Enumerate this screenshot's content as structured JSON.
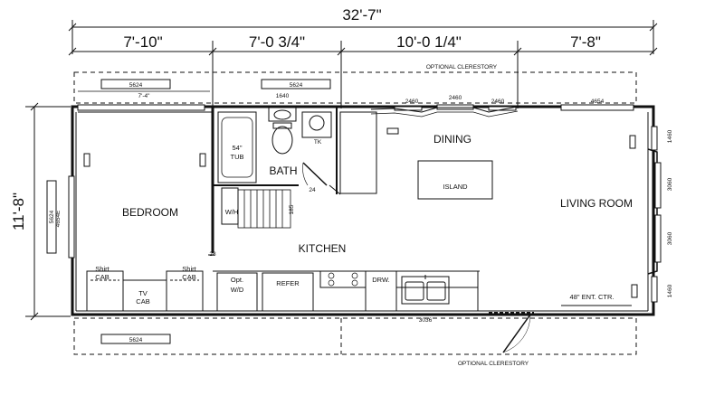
{
  "dimensions": {
    "overall_width": "32'-7\"",
    "segments": [
      "7'-10\"",
      "7'-0 3/4\"",
      "10'-0 1/4\"",
      "7'-8\""
    ],
    "overall_depth": "11'-8\""
  },
  "clerestory": {
    "top": "OPTIONAL CLERESTORY",
    "bottom": "OPTIONAL CLERESTORY"
  },
  "rooms": {
    "bedroom": "BEDROOM",
    "bath": "BATH",
    "dining": "DINING",
    "living_room": "LIVING ROOM",
    "kitchen": "KITCHEN",
    "island": "ISLAND"
  },
  "fixtures": {
    "tub_size": "54\"",
    "tub": "TUB",
    "tank": "TK",
    "washer_dryer": "W/H",
    "opt_wd_1": "Opt.",
    "opt_wd_2": "W/D",
    "refer": "REFER",
    "drw": "DRW.",
    "tv_cab_1": "TV",
    "tv_cab_2": "CAB",
    "shirt_cab_left_1": "Shirt",
    "shirt_cab_left_2": "CAB",
    "shirt_cab_right_1": "Shirt",
    "shirt_cab_right_2": "CAB",
    "entry": "48\" ENT. CTR."
  },
  "window_labels": {
    "top_left_box": "5624",
    "top_left_dim": "7'-4\"",
    "top_bath_box": "5624",
    "top_bath_dim": "1640",
    "dining_1": "2460",
    "dining_2": "2460",
    "dining_3": "2460",
    "living_top": "4654",
    "right_1": "1460",
    "right_2": "3060",
    "right_3": "3060",
    "right_4": "1460",
    "left_side": "4654E",
    "left_box": "5624",
    "bottom_box": "5624",
    "sink": "3036",
    "door_28": "28",
    "door_24": "24",
    "stair": "185"
  }
}
